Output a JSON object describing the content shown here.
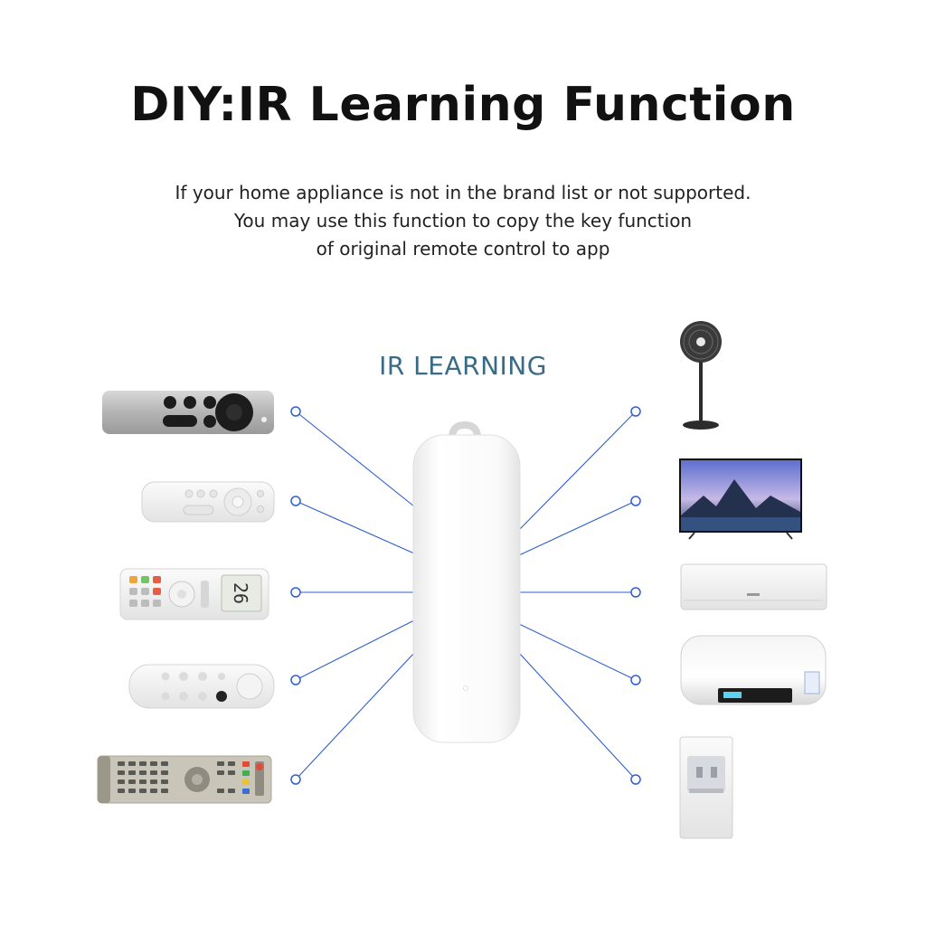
{
  "title": "DIY:IR Learning Function",
  "description": [
    "If your home appliance is not in the brand list or not supported.",
    "You may use this function to copy the key function",
    "of original remote control to app"
  ],
  "diagram_label": "IR LEARNING",
  "colors": {
    "connector": "#2f5fd0",
    "label": "#3a6b86",
    "title": "#111111"
  },
  "left_items": [
    "remote-control-silver",
    "remote-control-white-oval",
    "ac-remote-control",
    "streaming-remote-control",
    "tv-remote-control"
  ],
  "right_items": [
    "standing-fan",
    "television",
    "air-conditioner",
    "water-heater",
    "water-dispenser"
  ],
  "device": "ir-blaster-hub"
}
